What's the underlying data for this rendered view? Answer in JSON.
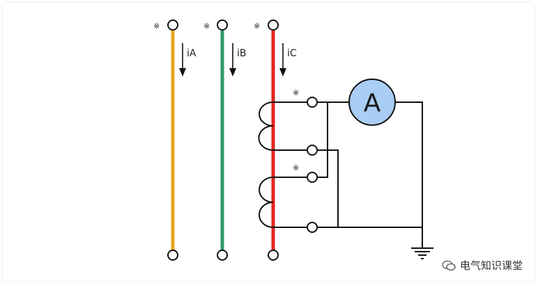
{
  "diagram": {
    "phases": [
      {
        "dot_label": "※",
        "current_label": "iA",
        "color": "#e8a41e"
      },
      {
        "dot_label": "※",
        "current_label": "iB",
        "color": "#2e9a6b"
      },
      {
        "dot_label": "※",
        "current_label": "iC",
        "color": "#e5241f"
      }
    ],
    "ct_marks": [
      "※",
      "※"
    ],
    "ammeter": {
      "letter": "A",
      "fill": "#a9cdf5"
    },
    "watermark": "电气知识课堂"
  }
}
